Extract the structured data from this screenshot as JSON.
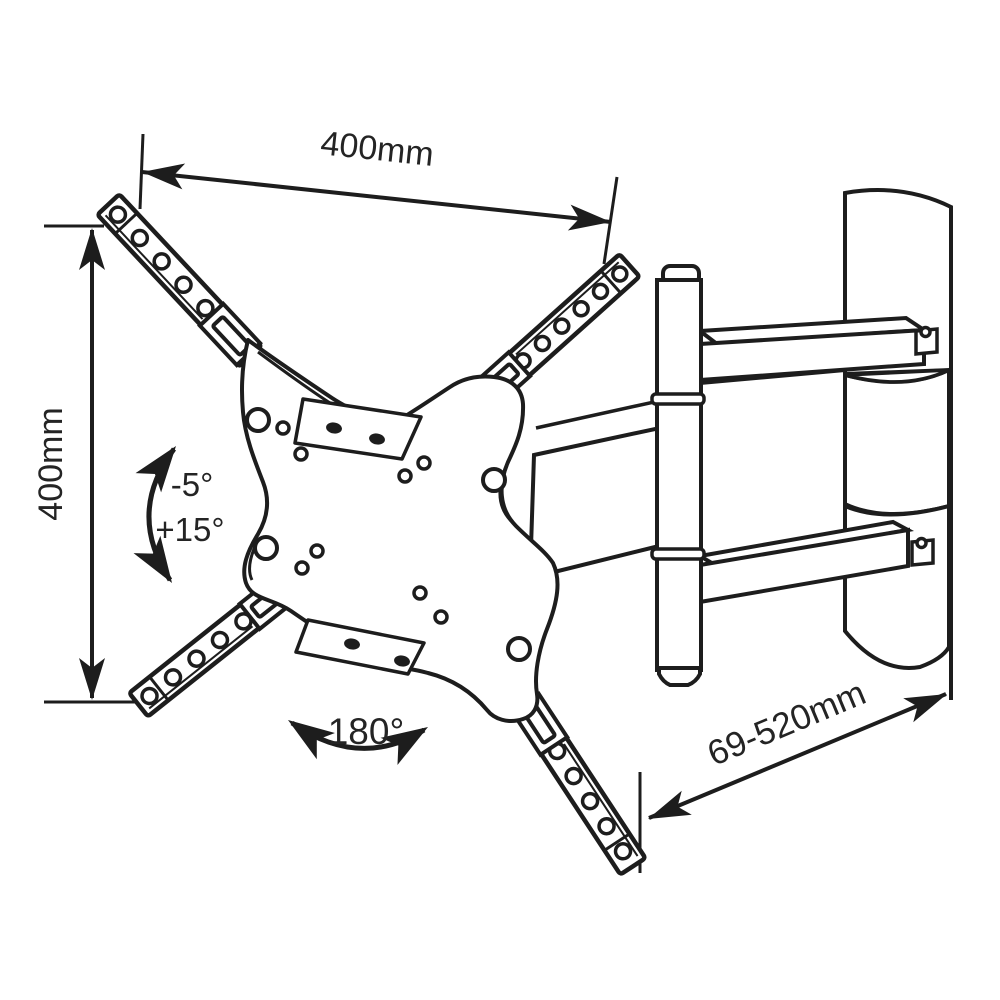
{
  "drawing": {
    "title": "Articulating TV wall mount bracket - dimensional technical drawing",
    "labels": {
      "width": "400mm",
      "height": "400mm",
      "tilt_min": "-5°",
      "tilt_max": "+15°",
      "swivel": "180°",
      "extension": "69-520mm"
    },
    "colors": {
      "line": "#1d1d1d",
      "text": "#242424",
      "background": "#ffffff"
    }
  }
}
